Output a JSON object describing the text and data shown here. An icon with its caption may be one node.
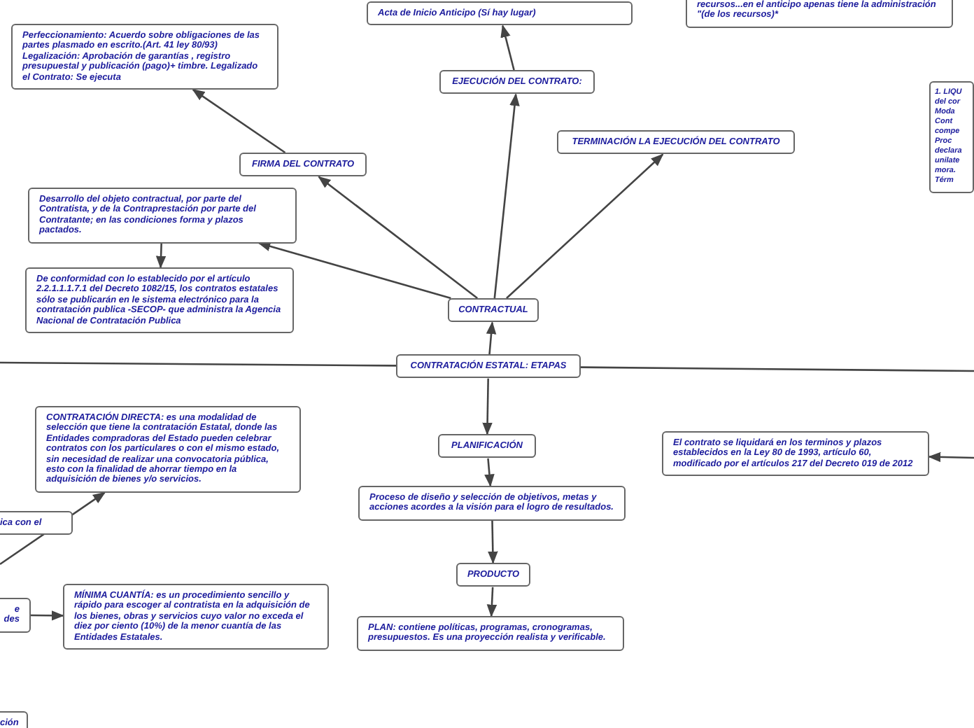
{
  "diagram": {
    "nodes": [
      {
        "text": [
          "CONTRATACIÓN ESTATAL: ETAPAS"
        ]
      },
      {
        "text": [
          "CONTRACTUAL"
        ]
      },
      {
        "text": [
          "FIRMA DEL CONTRATO"
        ]
      },
      {
        "text": [
          "Perfeccionamiento: Acuerdo sobre obligaciones de las partes plasmado en escrito.(Art. 41 ley 80/93) Legalización: Aprobación de garantías , registro presupuestal y publicación  (pago)+ timbre. Legalizado el Contrato: Se ejecuta"
        ]
      },
      {
        "text": [
          "EJECUCIÓN DEL CONTRATO:"
        ]
      },
      {
        "text": [
          "Acta de Inicio Anticipo (Sí hay lugar)"
        ]
      },
      {
        "text": [
          "TERMINACIÓN LA EJECUCIÓN DEL CONTRATO"
        ]
      },
      {
        "text": [
          "recursos...en el anticipo apenas tiene la administración \"(de los recursos)*"
        ]
      },
      {
        "text": [
          "1. LIQU del cor Moda Cont compe Proc declara unilate mora. Térm"
        ]
      },
      {
        "text": [
          "Desarrollo del objeto contractual, por parte del Contratista, y de la Contraprestación por parte del Contratante; en las condiciones forma y plazos pactados."
        ]
      },
      {
        "text": [
          "De conformidad con lo establecido por el artículo 2.2.1.1.1.7.1 del Decreto 1082/15, los contratos estatales sólo se publicarán en le sistema electrónico para la contratación publica -SECOP- que administra la Agencia Nacional de Contratación Publica"
        ]
      },
      {
        "text": [
          "PLANIFICACIÓN"
        ]
      },
      {
        "text": [
          "Proceso de diseño y selección de objetivos, metas y acciones  acordes a la visión para el logro de resultados."
        ]
      },
      {
        "text": [
          "PRODUCTO"
        ]
      },
      {
        "text": [
          "PLAN: contiene políticas, programas, cronogramas, presupuestos. Es una proyección realista y verificable."
        ]
      },
      {
        "text": [
          "El contrato se liquidará en los terminos y plazos establecidos en la Ley 80 de 1993, artículo 60, modificado por el artículos 217 del Decreto 019 de 2012"
        ]
      },
      {
        "text": [
          "CONTRATACIÓN DIRECTA: es una modalidad de selección que tiene la contratación Estatal, donde las Entidades compradoras del Estado pueden celebrar contratos con los particulares o con el mismo estado, sin necesidad de realizar una convocatoria pública, esto con la finalidad de ahorrar tiempo en la adquisición de bienes y/o servicios."
        ]
      },
      {
        "text": [
          "ica  con el"
        ]
      },
      {
        "text": [
          "MÍNIMA CUANTÍA:  es un procedimiento sencillo y rápido para escoger al contratista en la adquisición de los bienes, obras y servicios cuyo valor no exceda el diez por ciento (10%) de la menor cuantía de las Entidades Estatales."
        ]
      },
      {
        "text": [
          "e des"
        ]
      },
      {
        "text": [
          "ción"
        ]
      }
    ],
    "edges": [
      {
        "from": 0,
        "to": 1,
        "arrow": "to"
      },
      {
        "from": 1,
        "to": 2,
        "arrow": "to"
      },
      {
        "from": 2,
        "to": 3,
        "arrow": "to"
      },
      {
        "from": 1,
        "to": 4,
        "arrow": "to"
      },
      {
        "from": 4,
        "to": 5,
        "arrow": "to"
      },
      {
        "from": 1,
        "to": 6,
        "arrow": "to"
      },
      {
        "from": 1,
        "to": 9,
        "arrow": "to"
      },
      {
        "from": 9,
        "to": 10,
        "arrow": "to"
      },
      {
        "from": 0,
        "to": 11,
        "arrow": "to"
      },
      {
        "from": 11,
        "to": 12,
        "arrow": "to"
      },
      {
        "from": 12,
        "to": 13,
        "arrow": "to"
      },
      {
        "from": 13,
        "to": 14,
        "arrow": "to"
      },
      {
        "from": 0,
        "to": null,
        "arrow": "none"
      },
      {
        "from": 0,
        "to": null,
        "arrow": "none"
      },
      {
        "from": null,
        "to": 15,
        "arrow": "to"
      },
      {
        "from": null,
        "to": 16,
        "arrow": "to"
      },
      {
        "from": 19,
        "to": 18,
        "arrow": "to"
      }
    ]
  }
}
